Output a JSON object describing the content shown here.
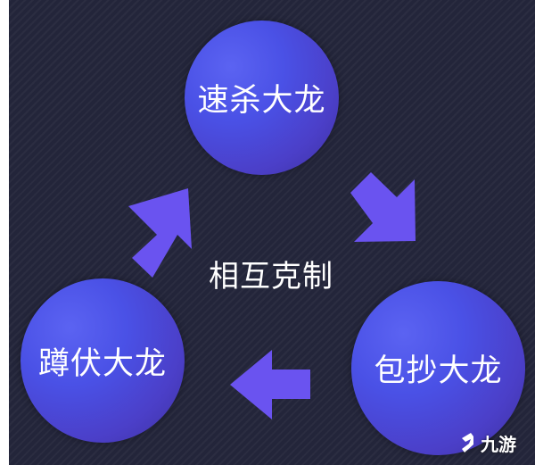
{
  "nodes": {
    "top": "速杀大龙",
    "right": "包抄大龙",
    "left": "蹲伏大龙"
  },
  "center_label": "相互克制",
  "colors": {
    "background": "#23253a",
    "node_main": "#4a51e6",
    "node_dark": "#3d2f9e",
    "arrow": "#6a53f0",
    "text": "#ffffff"
  },
  "watermark": {
    "text": "九游",
    "icon": "jiuyou-logo-icon"
  }
}
